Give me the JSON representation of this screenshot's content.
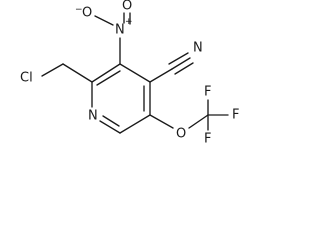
{
  "molecule": {
    "atoms": {
      "chlorine": "Cl",
      "ring_nitrogen": "N",
      "nitro_nitrogen": "N",
      "nitro_oxygen_left": "O",
      "nitro_oxygen_top": "O",
      "nitrile_nitrogen": "N",
      "ether_oxygen": "O",
      "fluorine_top": "F",
      "fluorine_right": "F",
      "fluorine_bottom": "F"
    },
    "charges": {
      "nitro_nitrogen": "+",
      "nitro_oxygen_left": "−"
    }
  }
}
